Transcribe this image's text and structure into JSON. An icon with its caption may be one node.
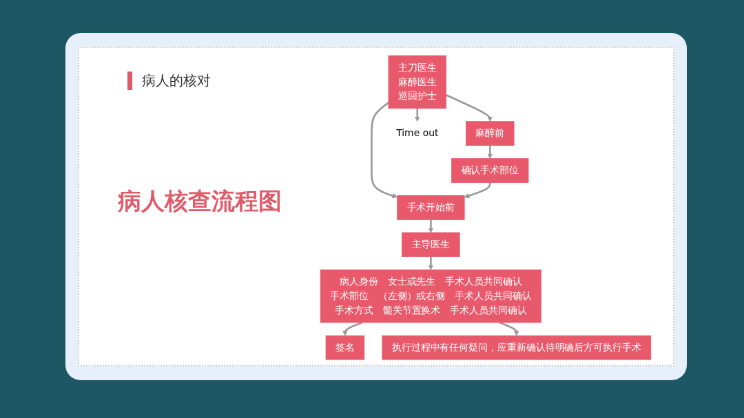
{
  "diagram": {
    "title": "病人的核对",
    "nodes": [
      {
        "text": [
          "主刀医生",
          "麻醉医生",
          "巡回护士"
        ]
      },
      {
        "text": [
          "麻醉前"
        ]
      },
      {
        "text": [
          "确认手术部位"
        ]
      },
      {
        "text": [
          "手术开始前"
        ]
      },
      {
        "text": [
          "主导医生"
        ]
      },
      {
        "text": [
          "Time out"
        ]
      },
      {
        "text": [
          "病人身份",
          "女士或先生",
          "手术人员共同确认",
          "手术部位",
          "（左侧）或右侧",
          "手术人员共同确认",
          "手术方式",
          "髓关节置换术",
          "手术人员共同确认"
        ]
      },
      {
        "text": [
          "签名"
        ]
      },
      {
        "text": [
          "执行过程中有任何疑问，应重新确认待明确后方可执行手术"
        ]
      }
    ],
    "edges": [
      {
        "from": 0,
        "to": 1,
        "arrow": "to"
      },
      {
        "from": 0,
        "to": 3,
        "arrow": "to"
      },
      {
        "from": 0,
        "to": 5,
        "arrow": "to"
      },
      {
        "from": 1,
        "to": 2,
        "arrow": "to"
      },
      {
        "from": 2,
        "to": 3,
        "arrow": "to"
      },
      {
        "from": 3,
        "to": 4,
        "arrow": "to"
      },
      {
        "from": 4,
        "to": 6,
        "arrow": "to"
      },
      {
        "from": 6,
        "to": 7,
        "arrow": "to"
      },
      {
        "from": 6,
        "to": 8,
        "arrow": "to"
      }
    ],
    "labels": [
      "病人核查流程图"
    ]
  }
}
